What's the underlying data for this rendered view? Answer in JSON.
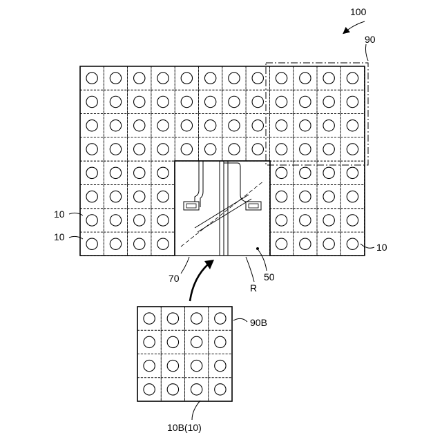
{
  "labels": {
    "device": "100",
    "window": "90",
    "tile_left_upper": "10",
    "tile_left_lower": "10",
    "tile_right": "10",
    "opening": "70",
    "board": "50",
    "region": "R",
    "module": "90B",
    "module_tile": "10B(10)"
  },
  "panel_grid": {
    "columns": 12,
    "rows": 8
  },
  "module_grid": {
    "columns": 4,
    "rows": 4
  },
  "colors": {
    "stroke": "#000000",
    "background": "#ffffff"
  }
}
